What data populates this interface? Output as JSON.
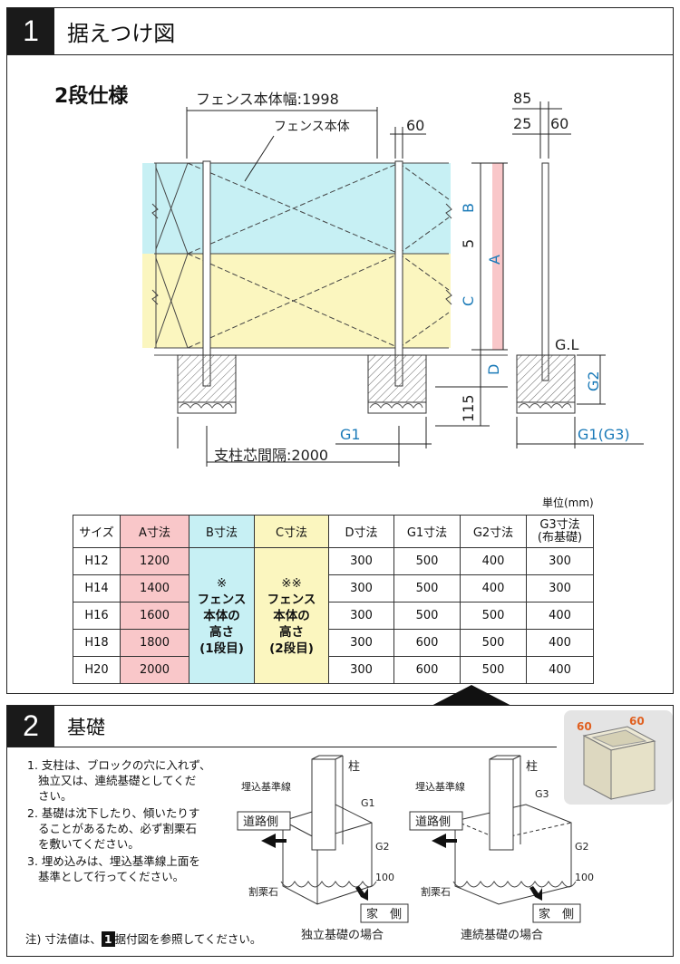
{
  "section1": {
    "number": "1",
    "title": "据えつけ図",
    "spec_title": "2段仕様",
    "labels": {
      "fence_width": "フェンス本体幅:1998",
      "fence_body": "フェンス本体",
      "post_pitch": "支柱芯間隔:2000",
      "gl": "G.L",
      "d60": "60",
      "d85": "85",
      "d25": "25",
      "d60b": "60",
      "d5": "5",
      "d115": "115",
      "A": "A",
      "B": "B",
      "C": "C",
      "D": "D",
      "G1": "G1",
      "G2": "G2",
      "G1G3": "G1(G3)"
    },
    "unit": "単位(mm)",
    "table": {
      "headers": [
        "サイズ",
        "A寸法",
        "B寸法",
        "C寸法",
        "D寸法",
        "G1寸法",
        "G2寸法",
        "G3寸法",
        "(布基礎)"
      ],
      "b_note": [
        "※",
        "フェンス",
        "本体の",
        "高さ",
        "(1段目)"
      ],
      "c_note": [
        "※※",
        "フェンス",
        "本体の",
        "高さ",
        "(2段目)"
      ],
      "rows": [
        {
          "size": "H12",
          "a": "1200",
          "d": "300",
          "g1": "500",
          "g2": "400",
          "g3": "300"
        },
        {
          "size": "H14",
          "a": "1400",
          "d": "300",
          "g1": "500",
          "g2": "400",
          "g3": "300"
        },
        {
          "size": "H16",
          "a": "1600",
          "d": "300",
          "g1": "500",
          "g2": "500",
          "g3": "400"
        },
        {
          "size": "H18",
          "a": "1800",
          "d": "300",
          "g1": "600",
          "g2": "500",
          "g3": "400"
        },
        {
          "size": "H20",
          "a": "2000",
          "d": "300",
          "g1": "600",
          "g2": "500",
          "g3": "400"
        }
      ]
    }
  },
  "section2": {
    "number": "2",
    "title": "基礎",
    "notes": [
      [
        "1. 支柱は、ブロックの穴に入れず、",
        "独立又は、連続基礎としてくだ",
        "さい。"
      ],
      [
        "2. 基礎は沈下したり、傾いたりす",
        "ることがあるため、必ず割栗石",
        "を敷いてください。"
      ],
      [
        "3. 埋め込みは、埋込基準線上面を",
        "基準として行ってください。"
      ]
    ],
    "footnote_pre": "注) 寸法値は、",
    "footnote_num": "1",
    "footnote_post": "据付図を参照してください。",
    "diagram_left": {
      "caption": "独立基礎の場合",
      "post": "柱",
      "line": "埋込基準線",
      "road": "道路側",
      "house": "家　側",
      "stone": "割栗石",
      "g1": "G1",
      "g2": "G2",
      "d100": "100"
    },
    "diagram_right": {
      "caption": "連続基礎の場合",
      "post": "柱",
      "line": "埋込基準線",
      "road": "道路側",
      "house": "家　側",
      "stone": "割栗石",
      "g3": "G3",
      "g2": "G2",
      "d100": "100"
    },
    "post_section": {
      "w": "60",
      "d": "60"
    }
  }
}
